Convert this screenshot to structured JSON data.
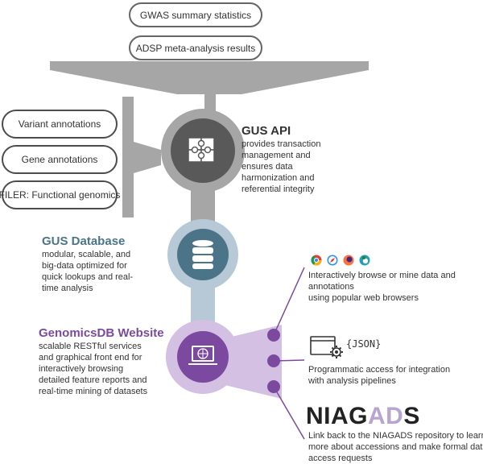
{
  "inputs_top": [
    {
      "label": "GWAS summary statistics"
    },
    {
      "label": "ADSP meta-analysis results"
    }
  ],
  "inputs_left": [
    {
      "label": "Variant annotations"
    },
    {
      "label": "Gene annotations"
    },
    {
      "label": "FILER: Functional genomics"
    }
  ],
  "gus_api": {
    "title": "GUS API",
    "lines": [
      "provides transaction",
      "management and",
      "ensures data",
      "harmonization and",
      "referential integrity"
    ]
  },
  "gus_database": {
    "title": "GUS Database",
    "lines": [
      "modular, scalable, and",
      "big-data optimized for",
      "quick lookups and real-",
      "time analysis"
    ]
  },
  "genomicsdb": {
    "title": "GenomicsDB Website",
    "lines": [
      "scalable RESTful services",
      "and graphical front end for",
      "interactively browsing",
      "detailed feature reports and",
      "real-time mining of datasets"
    ]
  },
  "outputs": {
    "browsers": {
      "lines": [
        "Interactively browse or mine data and",
        "annotations",
        "using popular web browsers"
      ]
    },
    "api": {
      "badge": "{JSON}",
      "lines": [
        "Programmatic access for integration",
        "with analysis pipelines"
      ]
    },
    "niagads": {
      "logo_part1": "NIAG",
      "logo_part2": "AD",
      "logo_part3": "S",
      "lines": [
        "Link back to the NIAGADS repository to learn",
        "more about accessions and make formal data-",
        "access requests"
      ]
    }
  },
  "colors": {
    "funnel": "#a6a6a6",
    "api_node": "#595959",
    "db_ring": "#b7c9d6",
    "db_node": "#4b7488",
    "db_title": "#4b7488",
    "web_ring": "#d3c0e2",
    "web_node": "#7b4aa0",
    "web_title": "#7b4aa0",
    "connector": "#7b4aa0",
    "niagads_accent": "#b9a3d2"
  },
  "icons": {
    "api": "puzzle-icon",
    "database": "database-icon",
    "website": "laptop-globe-icon",
    "api_output": "window-gear-icon",
    "browsers": [
      "chrome-icon",
      "safari-icon",
      "firefox-icon",
      "edge-icon"
    ]
  }
}
